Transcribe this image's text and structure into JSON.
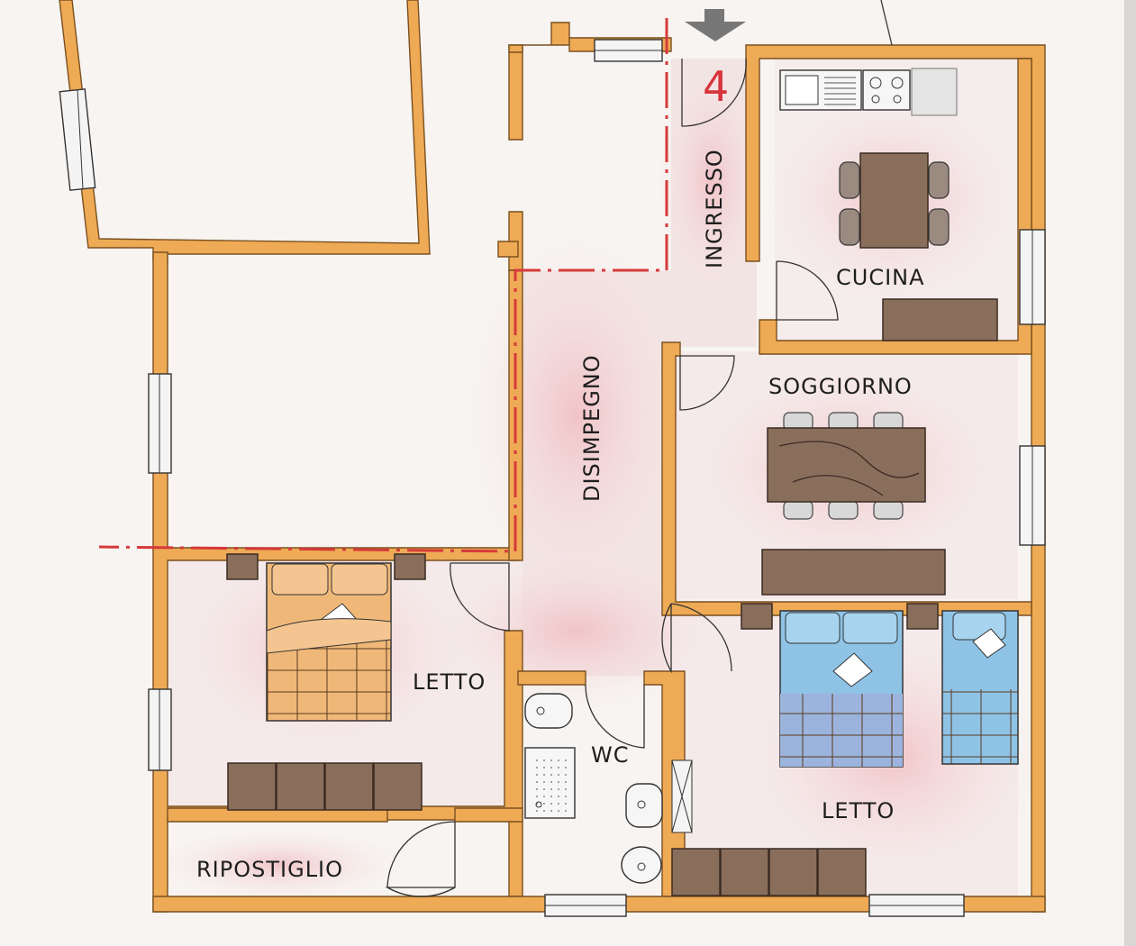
{
  "unit": {
    "number": "4"
  },
  "rooms": {
    "ingresso": "INGRESSO",
    "cucina": "CUCINA",
    "soggiorno": "SOGGIORNO",
    "disimpegno": "DISIMPEGNO",
    "letto_1": "LETTO",
    "letto_2": "LETTO",
    "wc": "WC",
    "ripostiglio": "RIPOSTIGLIO"
  },
  "colors": {
    "wall": "#eeaa55",
    "floor_tint": "#f3cfd2",
    "boundary_line": "#d63a3a",
    "furniture_wood": "#8a6e5c",
    "bedding_orange": "#f0b878",
    "bedding_blue": "#8fc3e6",
    "entrance_arrow": "#777777"
  },
  "icons": [
    "entrance-arrow-icon",
    "sink-icon",
    "stove-icon",
    "toilet-icon",
    "bidet-icon",
    "shower-icon",
    "window-icon",
    "door-swing-icon"
  ]
}
